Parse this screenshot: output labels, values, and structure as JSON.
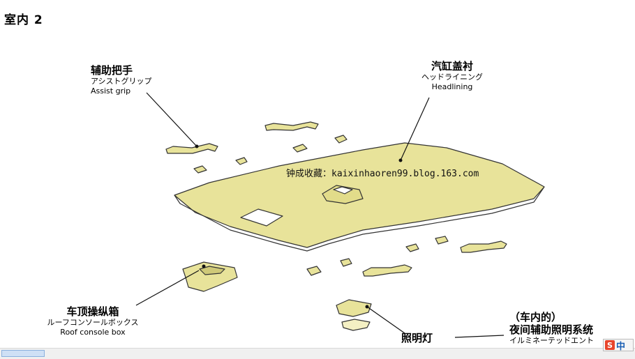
{
  "page": {
    "title": "室内 2"
  },
  "labels": {
    "assist_grip": {
      "cn": "辅助把手",
      "jp": "アシストグリップ",
      "en": "Assist grip"
    },
    "headlining": {
      "cn": "汽缸盖衬",
      "jp": "ヘッドライニング",
      "en": "Headlining"
    },
    "roof_console": {
      "cn": "车顶操纵箱",
      "jp": "ルーフコンソールボックス",
      "en": "Roof console box"
    },
    "lamp": {
      "cn": "照明灯"
    },
    "night_aux": {
      "cn1": "（车内的）",
      "cn2": "夜间辅助照明系统",
      "jp": "イルミネーテッドエント"
    }
  },
  "watermark": "钟成收藏：kaixinhaoren99.blog.163.com",
  "ime": {
    "logo": "S",
    "mode": "中"
  },
  "colors": {
    "part_fill": "#e8e39a",
    "outline": "#333333"
  }
}
